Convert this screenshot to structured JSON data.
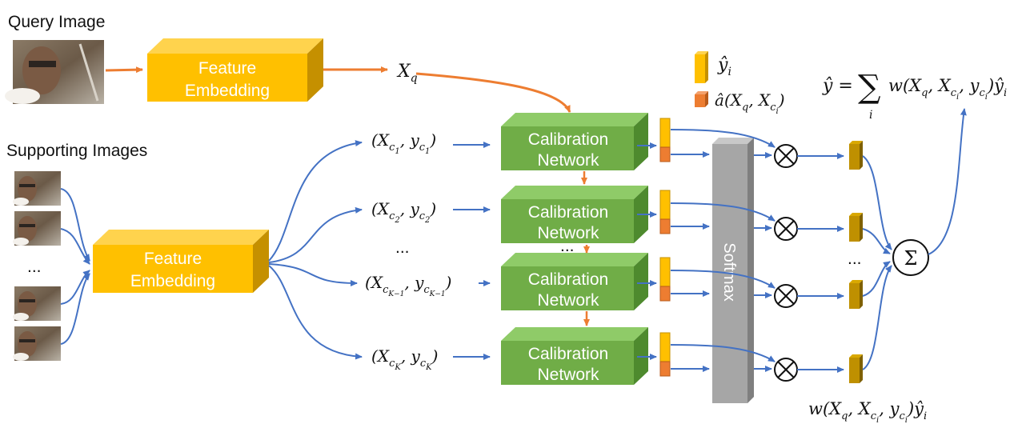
{
  "labels": {
    "query_image": "Query Image",
    "supporting_images": "Supporting Images",
    "dots": "..."
  },
  "boxes": {
    "feature_embedding_line1": "Feature",
    "feature_embedding_line2": "Embedding",
    "calibration_line1": "Calibration",
    "calibration_line2": "Network",
    "softmax": "Softmax"
  },
  "math": {
    "xq_base": "X",
    "xq_sub": "q",
    "pairs": [
      {
        "x_base": "X",
        "x_sub": "c",
        "x_subsub": "1",
        "y_base": "y",
        "y_sub": "c",
        "y_subsub": "1"
      },
      {
        "x_base": "X",
        "x_sub": "c",
        "x_subsub": "2",
        "y_base": "y",
        "y_sub": "c",
        "y_subsub": "2"
      },
      {
        "x_base": "X",
        "x_sub": "c",
        "x_subsub": "K−1",
        "y_base": "y",
        "y_sub": "c",
        "y_subsub": "K−1"
      },
      {
        "x_base": "X",
        "x_sub": "c",
        "x_subsub": "K",
        "y_base": "y",
        "y_sub": "c",
        "y_subsub": "K"
      }
    ],
    "legend_yhat": "ŷ",
    "legend_yhat_sub": "i",
    "legend_a": "â",
    "legend_a_args": "(X",
    "legend_a_q": "q",
    "legend_a_comma": ", X",
    "legend_a_c": "c",
    "legend_a_i": "i",
    "legend_a_close": ")",
    "formula_lhs": "ŷ = ",
    "formula_sum": "∑",
    "formula_sum_index": "i",
    "formula_w": "w(X",
    "formula_q": "q",
    "formula_comma1": ", X",
    "formula_c1": "c",
    "formula_i1": "i",
    "formula_comma2": ", y",
    "formula_c2": "c",
    "formula_i2": "i",
    "formula_close": ")ŷ",
    "formula_yi": "i",
    "bottom_w": "w(X",
    "bottom_q": "q",
    "bottom_comma1": ", X",
    "bottom_c1": "c",
    "bottom_i1": "i",
    "bottom_comma2": ", y",
    "bottom_c2": "c",
    "bottom_i2": "i",
    "bottom_close": ")ŷ",
    "bottom_yi": "i",
    "sum_symbol": "Σ",
    "times_symbol": "⊗"
  },
  "colors": {
    "feature_box": "#FFC000",
    "feature_box_top": "#FFD34D",
    "feature_box_side": "#C59000",
    "calibration_box": "#70AD47",
    "calibration_top": "#8FCB68",
    "calibration_side": "#4E8A2E",
    "softmax": "#A6A6A6",
    "yhat_bar": "#FFC000",
    "a_bar": "#ED7D31",
    "weighted_bar": "#BF9000",
    "blue_arrow": "#4472C4",
    "orange_arrow": "#ED7D31"
  }
}
